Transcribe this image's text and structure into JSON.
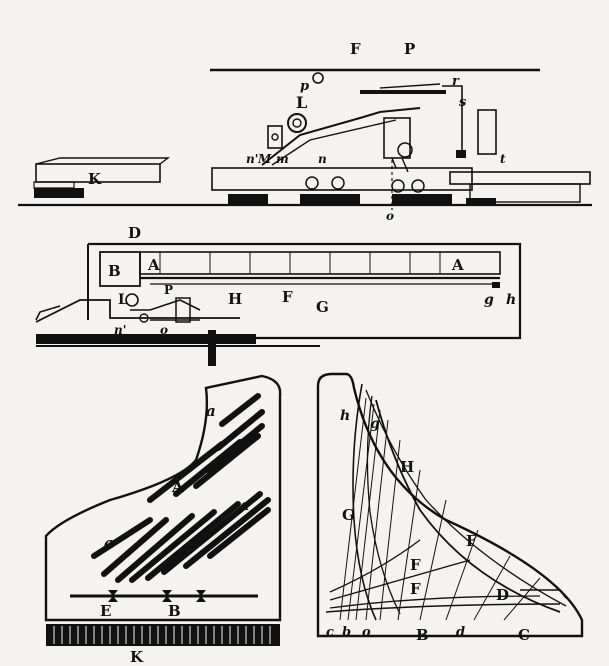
{
  "figure": {
    "top_view": {
      "labels": [
        "F",
        "P",
        "p",
        "r",
        "s",
        "L",
        "K",
        "n'",
        "M",
        "m",
        "n",
        "o",
        "t"
      ]
    },
    "side_view": {
      "labels": [
        "D",
        "B",
        "A",
        "A",
        "L",
        "P",
        "H",
        "F",
        "G",
        "g",
        "h",
        "n'",
        "o"
      ]
    },
    "plan_left": {
      "labels": [
        "a",
        "A",
        "a",
        "a",
        "E",
        "B",
        "K"
      ]
    },
    "plan_right": {
      "labels": [
        "h",
        "g",
        "H",
        "G",
        "F",
        "F",
        "F",
        "D",
        "c",
        "b",
        "o",
        "B",
        "d",
        "C"
      ]
    }
  }
}
